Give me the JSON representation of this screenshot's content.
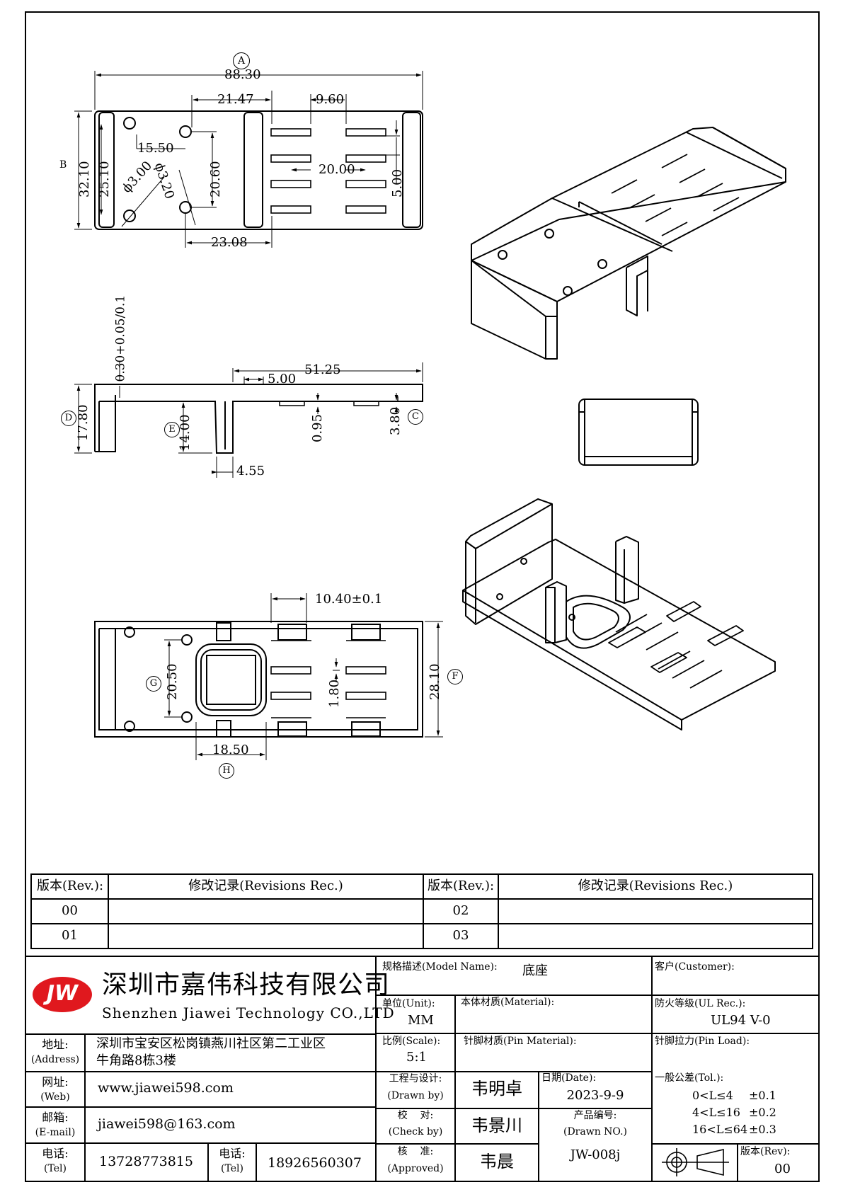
{
  "dims": {
    "A": "A",
    "B": "B",
    "C": "C",
    "D": "D",
    "E": "E",
    "F": "F",
    "G": "G",
    "H": "H",
    "d8830": "88.30",
    "d2147": "21.47",
    "d960": "9.60",
    "d1550": "15.50",
    "d3210": "32.10",
    "d2510": "25.10",
    "d2060": "20.60",
    "d2000": "20.00",
    "d500v": "5.00",
    "phi300": "ϕ3.00",
    "phi320": "ϕ3.20",
    "d2308": "23.08",
    "d030": "0.30+0.05/0.1",
    "d5125": "51.25",
    "d500h": "5.00",
    "d1780": "17.80",
    "d1400": "14.00",
    "d095": "0.95",
    "d380": "3.80",
    "d455": "4.55",
    "d1040": "10.40±0.1",
    "d2050": "20.50",
    "d180": "1.80",
    "d2810": "28.10",
    "d1850": "18.50"
  },
  "revisions": {
    "rev_header": "版本(Rev.):",
    "rec_header": "修改记录(Revisions Rec.)",
    "left": [
      "00",
      "01"
    ],
    "right": [
      "02",
      "03"
    ]
  },
  "company": {
    "logo": "JW",
    "name_cn": "深圳市嘉伟科技有限公司",
    "name_en": "Shenzhen Jiawei Technology CO.,LTD",
    "address_label": "地址:",
    "address_label_en": "(Address)",
    "address_line1": "深圳市宝安区松岗镇燕川社区第二工业区",
    "address_line2": "牛角路8栋3楼",
    "web_label": "网址:",
    "web_label_en": "(Web)",
    "web": "www.jiawei598.com",
    "email_label": "邮箱:",
    "email_label_en": "(E-mail)",
    "email": "jiawei598@163.com",
    "tel_label": "电话:",
    "tel_label_en": "(Tel)",
    "tel1": "13728773815",
    "tel2": "18926560307"
  },
  "spec": {
    "model_label": "规格描述(Model Name):",
    "model": "底座",
    "customer_label": "客户(Customer):",
    "unit_label": "单位(Unit):",
    "unit": "MM",
    "material_label": "本体材质(Material):",
    "ul_label": "防火等级(UL Rec.):",
    "ul": "UL94 V-0",
    "scale_label": "比例(Scale):",
    "scale": "5:1",
    "pin_material_label": "针脚材质(Pin Material):",
    "pin_load_label": "针脚拉力(Pin Load):",
    "drawn_label": "工程与设计:",
    "drawn_label_en": "(Drawn by)",
    "drawn": "韦明卓",
    "date_label": "日期(Date):",
    "date": "2023-9-9",
    "tol_label": "一般公差(Tol.):",
    "tol": [
      {
        "range": "0<L≤4",
        "val": "±0.1"
      },
      {
        "range": "4<L≤16",
        "val": "±0.2"
      },
      {
        "range": "16<L≤64",
        "val": "±0.3"
      }
    ],
    "check_label": "校    对:",
    "check_label_en": "(Check by)",
    "check": "韦景川",
    "drawn_no_label": "产品编号:",
    "drawn_no_label_en": "(Drawn NO.)",
    "drawn_no": "JW-008j",
    "approve_label": "核    准:",
    "approve_label_en": "(Approved)",
    "approve": "韦晨",
    "rev_label": "版本(Rev):",
    "rev": "00"
  }
}
